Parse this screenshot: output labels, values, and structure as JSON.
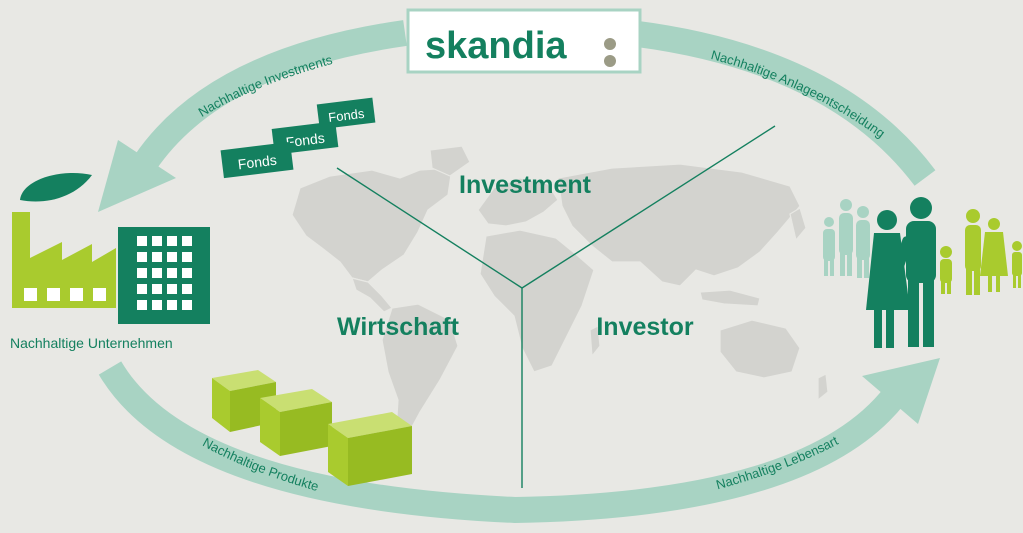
{
  "logo": {
    "text": "skandia"
  },
  "segments": {
    "investment": "Investment",
    "wirtschaft": "Wirtschaft",
    "investor": "Investor"
  },
  "arcs": {
    "top_left": "Nachhaltige Investments",
    "top_right": "Nachhaltige Anlageentscheidung",
    "bottom_left": "Nachhaltige Produkte",
    "bottom_right": "Nachhaltige Lebensart"
  },
  "funds": [
    "Fonds",
    "Fonds",
    "Fonds"
  ],
  "company_label": "Nachhaltige Unternehmen",
  "colors": {
    "dark_green": "#14805f",
    "arc_green": "#a8d3c3",
    "lime": "#a9cb2e",
    "map_gray": "#d3d3cf",
    "background": "#e8e8e4"
  }
}
